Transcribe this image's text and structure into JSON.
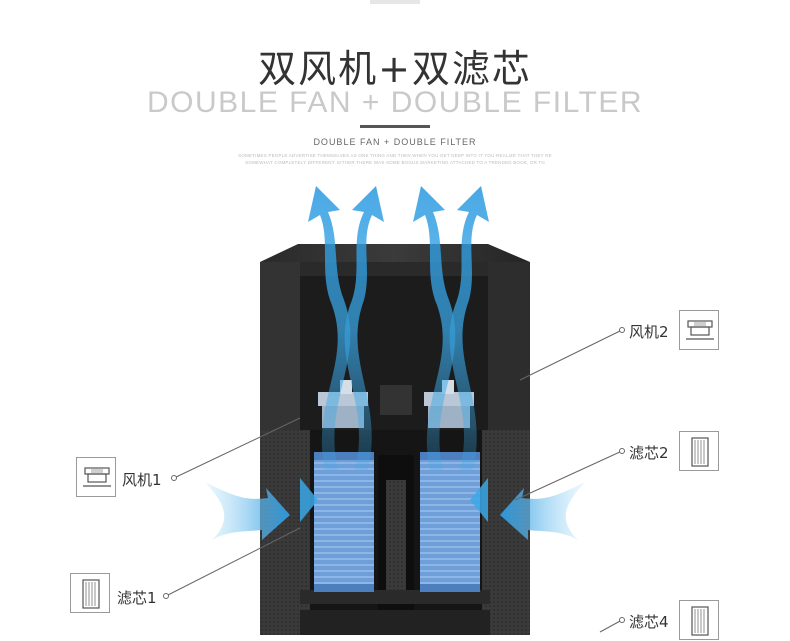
{
  "header": {
    "title_cn": "双风机+双滤芯",
    "title_en": "DOUBLE FAN + DOUBLE FILTER",
    "subtitle": "DOUBLE FAN + DOUBLE FILTER",
    "fine_print": "SOMETIMES PEOPLE ADVERTISE THEMSELVES AS ONE THING AND THEN WHEN YOU GET DEEP INTO IT YOU REALIZE THAT THEY  RE SOMEWHAT COMPLETELY DIFFERENT. EITHER THERE WAS SOME BOGUS MARKETING ATTACHED TO A TRENDED BOOK, OR TH"
  },
  "callouts": {
    "fan1": "风机1",
    "fan2": "风机2",
    "filter1": "滤芯1",
    "filter2": "滤芯2",
    "filter4": "滤芯4"
  },
  "icons": {
    "fan1": "fan-icon",
    "fan2": "fan-icon",
    "filter1": "filter-icon",
    "filter2": "filter-icon",
    "filter4": "filter-icon"
  },
  "colors": {
    "airflow": "#3aa8e8",
    "airflow_light": "#9fd6f7",
    "filter_blue": "#5b8fcf",
    "device_body": "#2e2e2e",
    "text_dark": "#333333",
    "text_light": "#c9c9c9"
  }
}
